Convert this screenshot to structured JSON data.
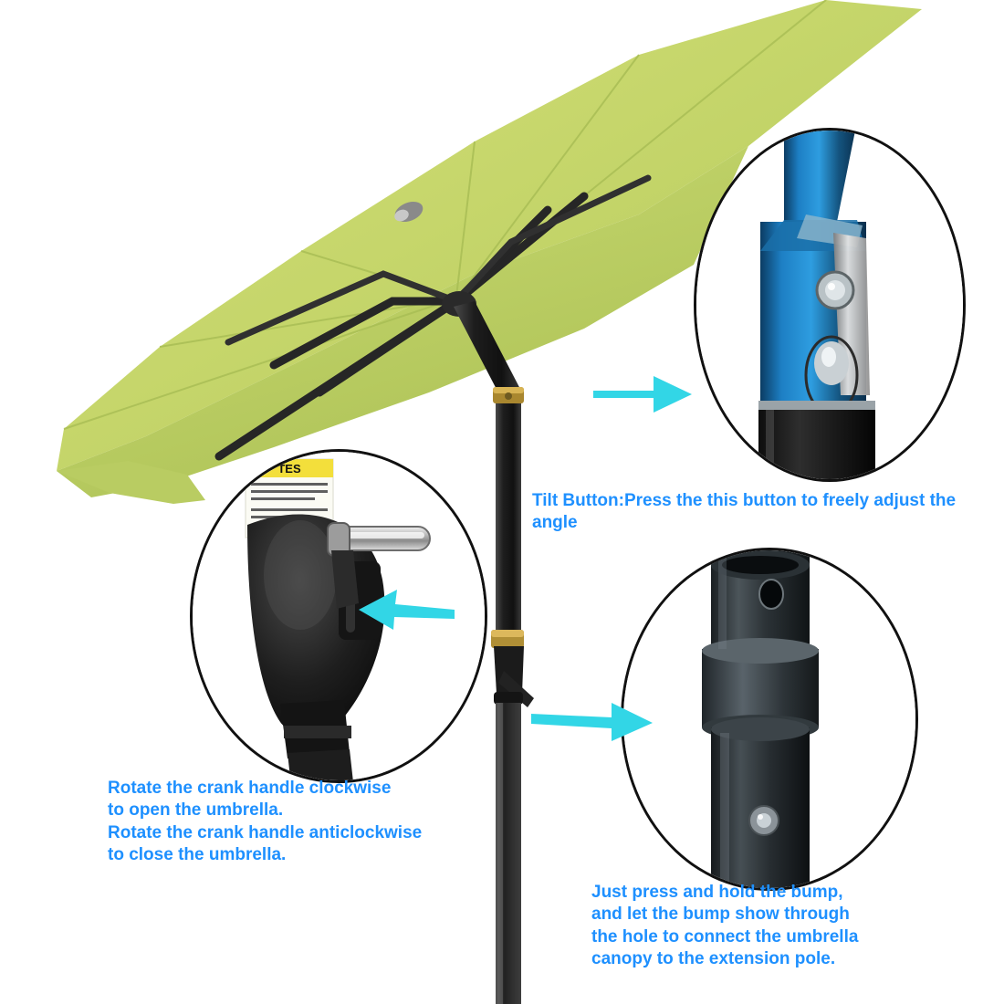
{
  "page": {
    "title": "Patio Umbrella Feature Callouts",
    "background_color": "#FFFFFF",
    "annotation_color": "#1E90FF"
  },
  "product": {
    "canopy_color": "#C5D86A",
    "canopy_color_name": "light green",
    "pole_color": "#1A1A1A",
    "rib_color": "#2B2B2B"
  },
  "callouts": [
    {
      "id": "tilt",
      "name": "tilt-button-callout",
      "text": "Tilt Button:Press the this button to freely adjust the angle",
      "inset_subject": "blue anodized tilt button housing on pole",
      "arrow_direction": "right",
      "arrow_color": "#2FD8E8"
    },
    {
      "id": "crank",
      "name": "crank-handle-callout",
      "text": "Rotate the crank handle clockwise\nto open the umbrella.\nRotate the crank handle anticlockwise\nto close the umbrella.",
      "inset_subject": "black crank housing with chrome handle and warning label",
      "arrow_direction": "left",
      "arrow_color": "#2FD8E8",
      "label_text": "TES"
    },
    {
      "id": "bump",
      "name": "extension-pole-callout",
      "text": "Just press and hold the bump,\nand let the bump show through\nthe hole to connect the umbrella\ncanopy to the extension pole.",
      "inset_subject": "two-part pole joint with spring bump and hole",
      "arrow_direction": "right",
      "arrow_color": "#2FD8E8"
    }
  ]
}
